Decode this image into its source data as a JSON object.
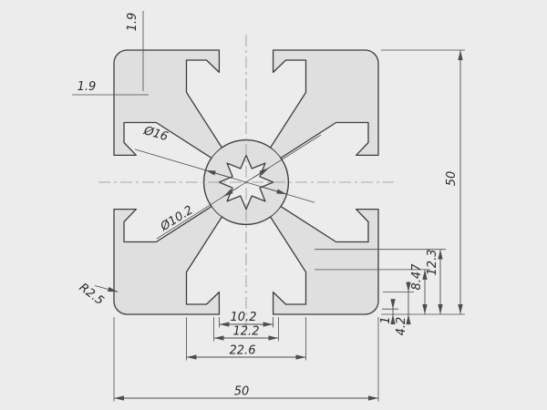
{
  "dims": {
    "wall_top": "1.9",
    "wall_left": "1.9",
    "hub_diameter": "Ø16",
    "bore_diameter": "Ø10.2",
    "corner_radius": "R2.5",
    "height": "50",
    "width": "50",
    "slot_depth": "12.3",
    "lip_depth": "8.47",
    "lip_thickness": "1",
    "opening_depth": "4.2",
    "opening_width": "10.2",
    "chamfer_width": "12.2",
    "inner_width": "22.6"
  },
  "colors": {
    "background": "#ececec",
    "material": "#dfdfdf",
    "outline": "#3d3d3d",
    "dimension": "#4d4d4d",
    "centerline": "#909090"
  }
}
